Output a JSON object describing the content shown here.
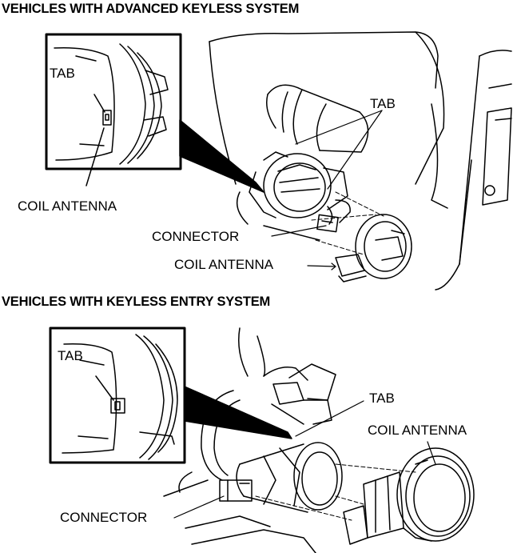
{
  "sections": [
    {
      "heading": "VEHICLES WITH ADVANCED KEYLESS SYSTEM",
      "labels": {
        "inset_tab": "TAB",
        "tab": "TAB",
        "inset_coil_antenna": "COIL ANTENNA",
        "connector": "CONNECTOR",
        "coil_antenna": "COIL ANTENNA"
      }
    },
    {
      "heading": "VEHICLES WITH KEYLESS ENTRY SYSTEM",
      "labels": {
        "inset_tab": "TAB",
        "tab": "TAB",
        "coil_antenna": "COIL ANTENNA",
        "connector": "CONNECTOR"
      }
    }
  ],
  "colors": {
    "line": "#000000",
    "background": "#ffffff"
  }
}
